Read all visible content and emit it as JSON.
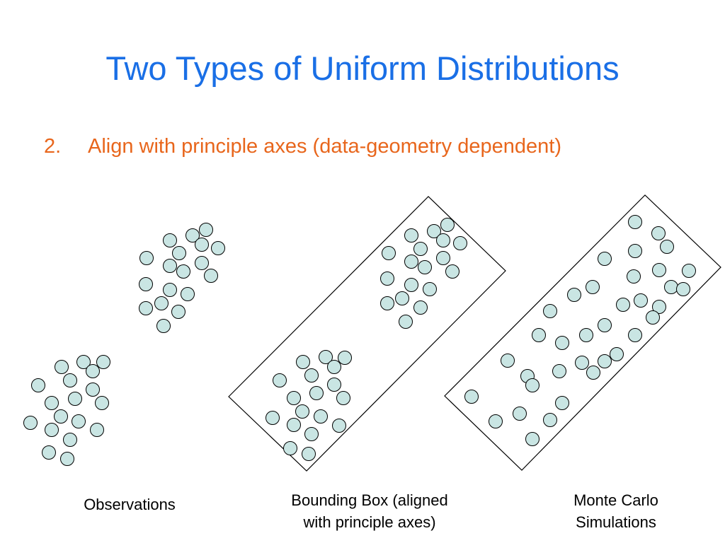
{
  "slide": {
    "title": "Two Types of Uniform Distributions",
    "bullet": {
      "number": "2.",
      "text": "Align with principle axes (data-geometry dependent)"
    }
  },
  "panels": {
    "observations": {
      "label": "Observations"
    },
    "bounding_box": {
      "label_lines": [
        "Bounding Box (aligned",
        "with principle axes)"
      ]
    },
    "monte_carlo": {
      "label_lines": [
        "Monte Carlo",
        "Simulations"
      ]
    }
  },
  "colors": {
    "background": "#FFFFFF",
    "title": "#1A6FE6",
    "bullet": "#E8661C",
    "label": "#000000",
    "dot_fill": "#C9E5E3",
    "dot_stroke": "#000000",
    "box_stroke": "#000000"
  }
}
